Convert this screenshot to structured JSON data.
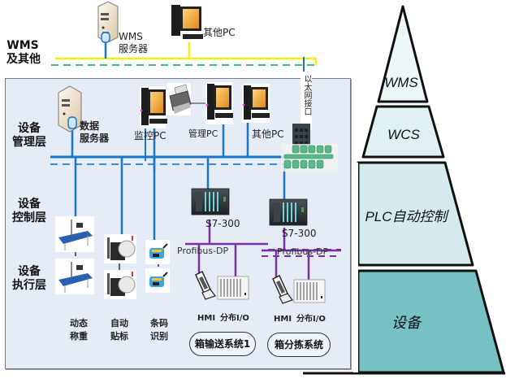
{
  "wms_layer": {
    "layer_label": "WMS\n及其他",
    "wms_server_label": "WMS\n服务器",
    "other_pc_label": "其他PC"
  },
  "management_layer": {
    "layer_label": "设备\n管理层",
    "data_server_label": "数据\n服务器",
    "monitor_pc_label": "监控PC",
    "manage_pc_label": "管理PC",
    "other_pc_label": "其他PC",
    "ethernet_port_label": "以太网接口"
  },
  "control_layer": {
    "layer_label": "设备\n控制层",
    "plc1_label": "S7-300",
    "plc2_label": "S7-300",
    "bus1_label": "Profibus-DP",
    "bus2_label": "Profibus-DP"
  },
  "execution_layer": {
    "layer_label": "设备\n执行层",
    "devices": [
      {
        "label": "动态\n称重"
      },
      {
        "label": "自动\n贴标"
      },
      {
        "label": "条码\n识别"
      }
    ],
    "systems": [
      {
        "hmi_label": "HMI",
        "io_label": "分布I/O",
        "name": "箱输送系统1"
      },
      {
        "hmi_label": "HMI",
        "io_label": "分布I/O",
        "name": "箱分拣系统"
      }
    ]
  },
  "pyramid": {
    "levels": [
      {
        "label": "WMS",
        "color": "#edf6f8"
      },
      {
        "label": "WCS",
        "color": "#e1f0f2"
      },
      {
        "label": "PLC自动控制",
        "color": "#d4eaec"
      },
      {
        "label": "设备",
        "color": "#75c1c4"
      }
    ]
  },
  "colors": {
    "ethernet": "#1a76c8",
    "ethernet_redundant": "#3a8ad6",
    "wms_bus": "#f2ee1a",
    "wms_bus_redundant": "#3cc06a",
    "profibus": "#7b2fa4",
    "panel_bg": "#e6ecf6"
  }
}
